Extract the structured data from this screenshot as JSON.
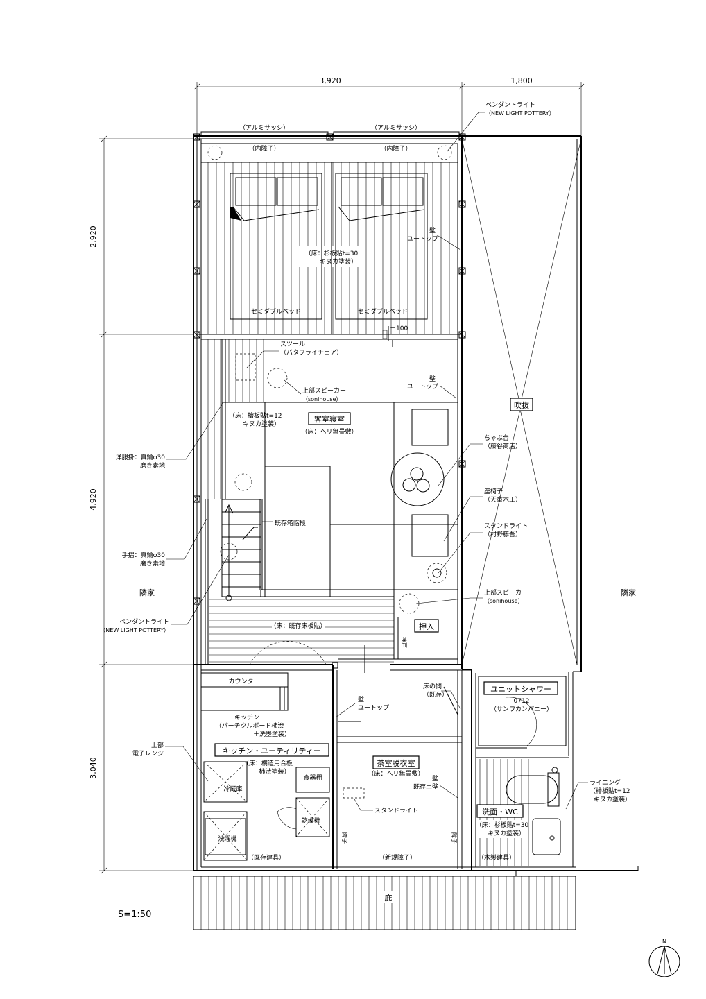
{
  "dimensions": {
    "top_left": "3,920",
    "top_right": "1,800",
    "left_upper": "2,920",
    "left_middle": "4,920",
    "left_lower": "3,040"
  },
  "scale": "S=1:50",
  "north": "N",
  "rooms": {
    "guest_bedroom": "客室寝室",
    "guest_bedroom_floor": "（床：ヘリ無畳敷）",
    "fukinuke": "吹抜",
    "oshiire": "押入",
    "unit_shower": "ユニットシャワー",
    "unit_shower_model": "0712",
    "unit_shower_maker": "（サンワカンパニー）",
    "kitchen_utility": "キッチン・ユーティリティー",
    "tea_room": "茶室脱衣室",
    "tea_room_floor": "（床：ヘリ無畳敷）",
    "washroom": "洗面・WC",
    "washroom_floor_1": "（床：杉板貼t=30",
    "washroom_floor_2": "キヌカ塗装）",
    "eaves": "庇",
    "neighbor_left": "隣家",
    "neighbor_right": "隣家"
  },
  "labels": {
    "alumi_sash_1": "（アルミサッシ）",
    "alumi_sash_2": "（アルミサッシ）",
    "inner_shoji_1": "（内障子）",
    "inner_shoji_2": "（内障子）",
    "pendant_1": "ペンダントライト",
    "pendant_1_sub": "（NEW LIGHT POTTERY）",
    "bed_floor_1": "（床：杉板貼t=30",
    "bed_floor_2": "キヌカ塗装）",
    "wall_1_a": "壁",
    "wall_1_b": "ユートップ",
    "bed_1": "セミダブルベッド",
    "bed_2": "セミダブルベッド",
    "plus100": "＋100",
    "stool_1": "スツール",
    "stool_2": "（バタフライチェア）",
    "speaker_1_a": "上部スピーカー",
    "speaker_1_b": "（sonihouse）",
    "wall_2_a": "壁",
    "wall_2_b": "ユートップ",
    "hinoki_1": "（床：檜板貼t=12",
    "hinoki_2": "キヌカ塗装）",
    "hanger_1": "洋服掛：真鍮φ30",
    "hanger_2": "磨き素地",
    "chabudai_1": "ちゃぶ台",
    "chabudai_2": "（藤谷商店）",
    "zaisu_1": "座椅子",
    "zaisu_2": "（天童木工）",
    "stair": "既存箱階段",
    "standlight_1": "スタンドライト",
    "standlight_2": "（村野藤吾）",
    "handrail_1": "手摺：真鍮φ30",
    "handrail_2": "磨き素地",
    "speaker_2_a": "上部スピーカー",
    "speaker_2_b": "（sonihouse）",
    "pendant_2": "ペンダントライト",
    "pendant_2_sub": "（NEW LIGHT POTTERY）",
    "existing_floor": "（床：既存床板貼）",
    "fusuma": "襖戸",
    "counter": "カウンター",
    "tokonoma_1": "床の間",
    "tokonoma_2": "（既存）",
    "wall_3_a": "壁",
    "wall_3_b": "ユートップ",
    "kitchen_1": "キッチン",
    "kitchen_2": "（パーチクルボード柿渋",
    "kitchen_3": "＋洗墨塗装）",
    "range_1": "上部",
    "range_2": "電子レンジ",
    "kitchen_floor_1": "（床：構造用合板",
    "kitchen_floor_2": "柿渋塗装）",
    "fridge": "冷蔵庫",
    "dish_shelf": "食器棚",
    "dryer": "乾燥機",
    "washer": "洗濯機",
    "wall_4_a": "壁",
    "wall_4_b": "既存土壁",
    "standlight_3": "スタンドライト",
    "lining_1": "ライニング",
    "lining_2": "（檜板貼t=12",
    "lining_3": "キヌカ塗装）",
    "shoji_1": "障子",
    "shoji_2": "障子",
    "existing_fittings": "（既存建具）",
    "new_shoji": "（新規障子）",
    "wood_fittings": "（木製建具）"
  }
}
